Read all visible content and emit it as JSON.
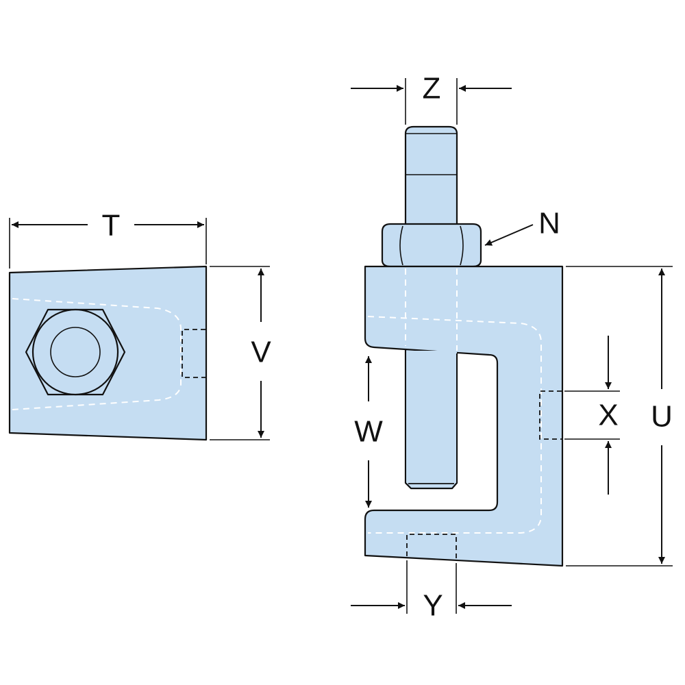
{
  "labels": {
    "t": "T",
    "v": "V",
    "z": "Z",
    "n": "N",
    "w": "W",
    "x": "X",
    "u": "U",
    "y": "Y"
  },
  "colors": {
    "part_fill": "#c5ddf2",
    "outline": "#111111",
    "hidden_line_on_part": "#ffffff"
  }
}
